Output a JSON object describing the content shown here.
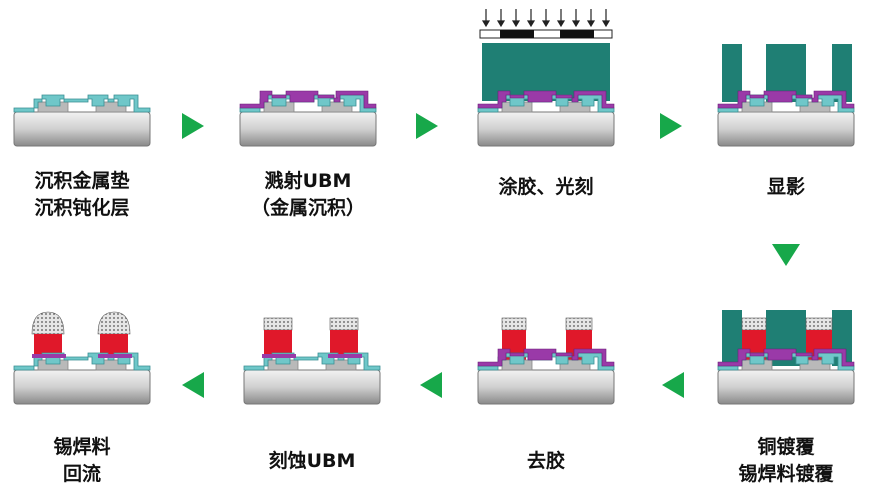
{
  "colors": {
    "wafer_top": "#e8e8e8",
    "wafer_bottom": "#8a8a8a",
    "passivation": "#6fc7c9",
    "pad": "#b9b9b9",
    "ubm": "#9a3aa8",
    "resist": "#1f7f74",
    "copper": "#e0182a",
    "solder": "#e6e6e6",
    "arrow": "#17a84a",
    "text": "#111111"
  },
  "steps": [
    {
      "lines": [
        "沉积金属垫",
        "沉积钝化层"
      ]
    },
    {
      "lines": [
        "溅射UBM",
        "（金属沉积）"
      ]
    },
    {
      "lines": [
        "涂胶、光刻"
      ]
    },
    {
      "lines": [
        "显影"
      ]
    },
    {
      "lines": [
        "铜镀覆",
        "锡焊料镀覆"
      ]
    },
    {
      "lines": [
        "去胶"
      ]
    },
    {
      "lines": [
        "刻蚀UBM"
      ]
    },
    {
      "lines": [
        "锡焊料",
        "回流"
      ]
    }
  ],
  "arrows": [
    {
      "direction": "right-arrow-icon"
    },
    {
      "direction": "right-arrow-icon"
    },
    {
      "direction": "right-arrow-icon"
    },
    {
      "direction": "down-arrow-icon"
    },
    {
      "direction": "left-arrow-icon"
    },
    {
      "direction": "left-arrow-icon"
    },
    {
      "direction": "left-arrow-icon"
    }
  ]
}
